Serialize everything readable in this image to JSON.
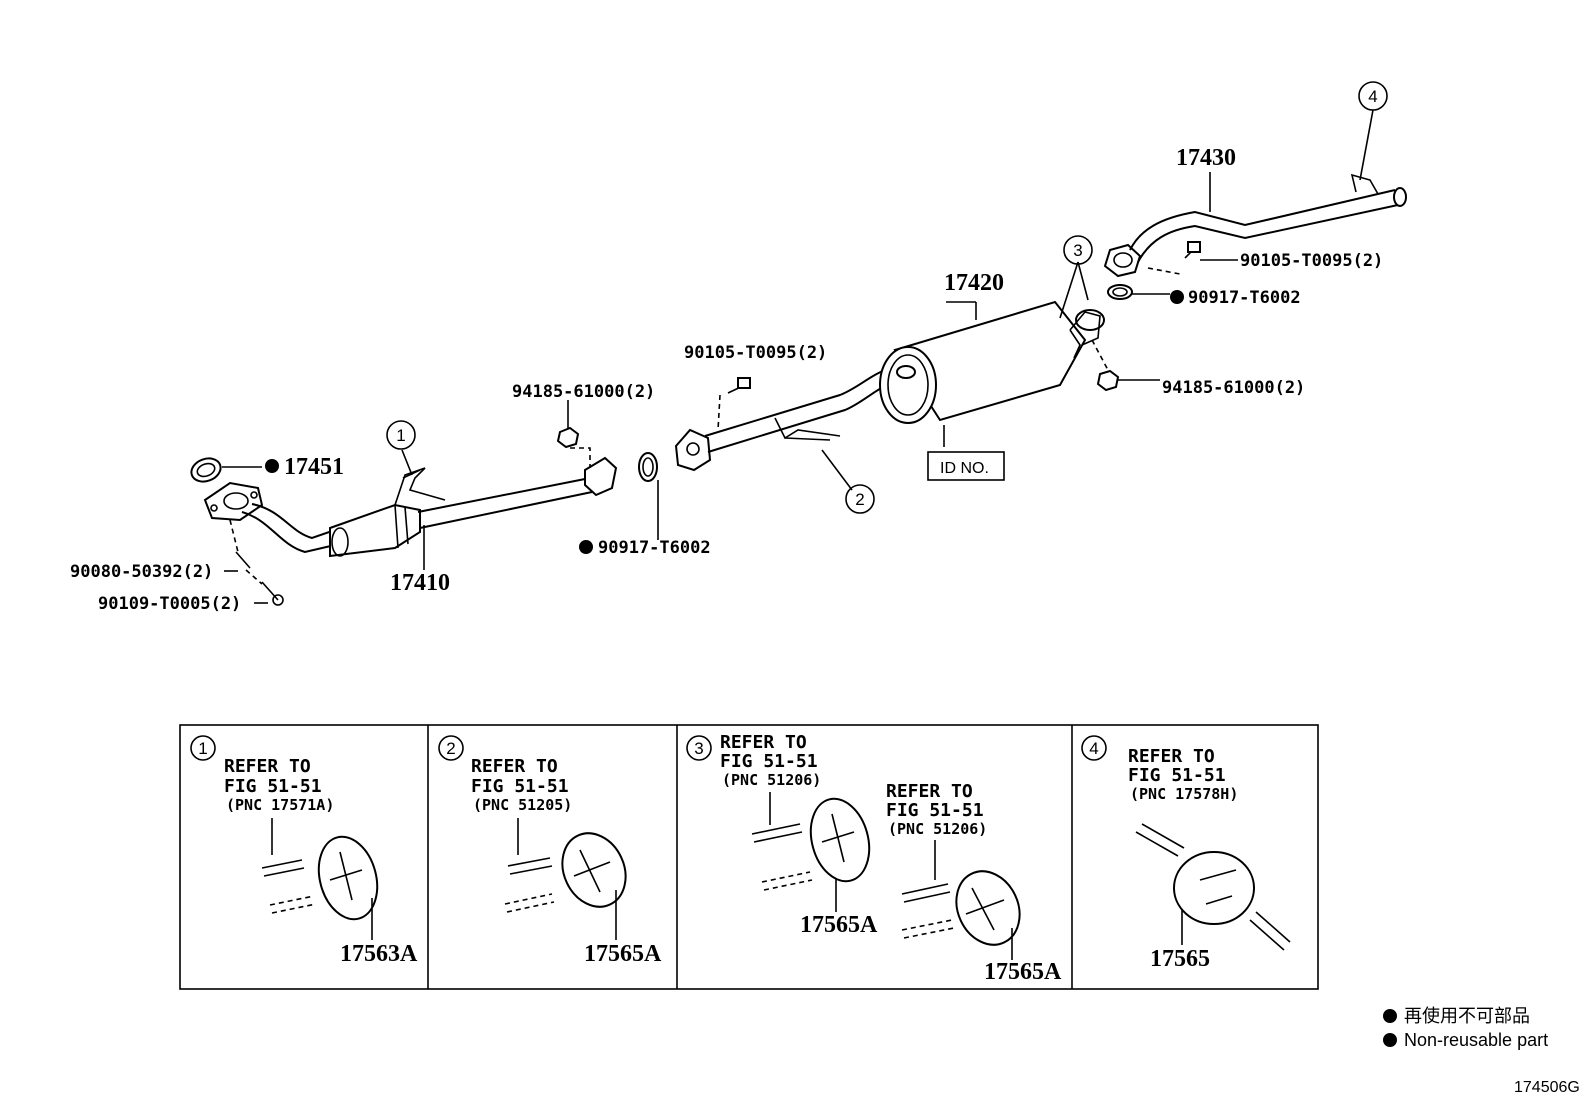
{
  "parts": {
    "p17451": "17451",
    "p17410": "17410",
    "p90080": "90080-50392(2)",
    "p90109": "90109-T0005(2)",
    "p94185_left": "94185-61000(2)",
    "p90917_left": "90917-T6002",
    "p90105_mid": "90105-T0095(2)",
    "p17420": "17420",
    "id_no": "ID NO.",
    "p17430": "17430",
    "p90105_right": "90105-T0095(2)",
    "p90917_right": "90917-T6002",
    "p94185_right": "94185-61000(2)"
  },
  "callouts": {
    "c1": "1",
    "c2": "2",
    "c3": "3",
    "c4": "4"
  },
  "boxes": [
    {
      "num": "1",
      "refer": "REFER TO",
      "fig": "FIG 51-51",
      "pnc": "(PNC 17571A)",
      "part": "17563A"
    },
    {
      "num": "2",
      "refer": "REFER TO",
      "fig": "FIG 51-51",
      "pnc": "(PNC 51205)",
      "part": "17565A"
    },
    {
      "num": "3",
      "refer": "REFER TO",
      "fig": "FIG 51-51",
      "pnc": "(PNC 51206)",
      "part": "17565A",
      "refer2": "REFER TO",
      "fig2": "FIG 51-51",
      "pnc2": "(PNC 51206)",
      "part2": "17565A"
    },
    {
      "num": "4",
      "refer": "REFER TO",
      "fig": "FIG 51-51",
      "pnc": "(PNC 17578H)",
      "part": "17565"
    }
  ],
  "legend": {
    "jp": "再使用不可部品",
    "en": "Non-reusable part"
  },
  "drawing_code": "174506G"
}
